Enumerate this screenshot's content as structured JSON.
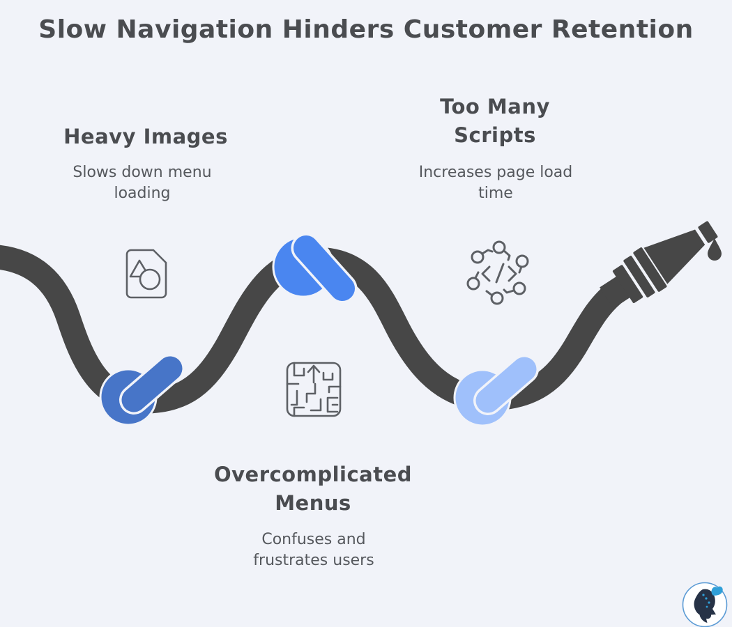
{
  "title": {
    "text": "Slow Navigation Hinders Customer Retention"
  },
  "sections": [
    {
      "heading": "Heavy Images",
      "description": "Slows down menu\nloading",
      "icon": "image-file-icon"
    },
    {
      "heading": "Too Many\nScripts",
      "description": "Increases page load\ntime",
      "icon": "code-scripts-icon"
    },
    {
      "heading": "Overcomplicated\nMenus",
      "description": "Confuses and\nfrustrates users",
      "icon": "maze-icon"
    }
  ],
  "hose": {
    "description": "knotted hose ending in a dripping nozzle",
    "knots": [
      {
        "name": "knot-heavy-images",
        "color": "#4775c8"
      },
      {
        "name": "knot-top",
        "color": "#4a86f0"
      },
      {
        "name": "knot-too-many-scripts",
        "color": "#9fc0fb"
      }
    ]
  },
  "colors": {
    "background": "#f1f3f9",
    "title_text": "#4a4c50",
    "body_text": "#55585d",
    "hose": "#474747",
    "knot_blue": "#4a86f0",
    "knot_dark_blue": "#4775c8",
    "knot_light_blue": "#9fc0fb",
    "icon_stroke": "#5d6065",
    "white_outline": "#f1f3f9",
    "logo_ring": "#5b9bd5",
    "logo_silhouette": "#263246",
    "logo_butterfly": "#2f9fd8"
  }
}
